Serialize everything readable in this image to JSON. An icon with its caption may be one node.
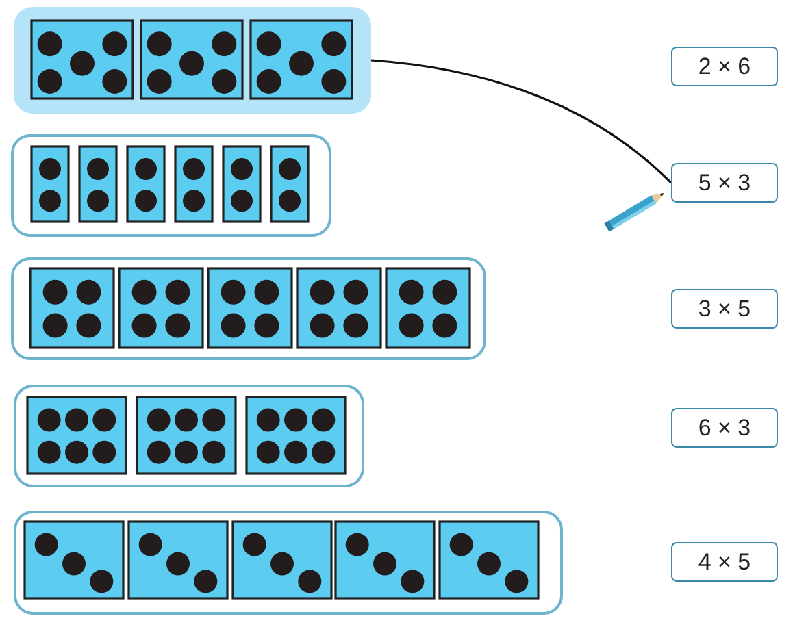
{
  "diagram": {
    "nodes": [
      {
        "text": [],
        "shape": "box"
      },
      {
        "text": [
          "2 × 6"
        ]
      },
      {
        "text": [],
        "shape": "box"
      },
      {
        "text": [
          "5 × 3"
        ]
      },
      {
        "text": [],
        "shape": "box"
      },
      {
        "text": [
          "3 × 5"
        ]
      },
      {
        "text": [],
        "shape": "box"
      },
      {
        "text": [
          "6 × 3"
        ]
      },
      {
        "text": [],
        "shape": "box"
      },
      {
        "text": [
          "4 × 5"
        ]
      }
    ],
    "edges": [
      {
        "from": 0,
        "to": 3,
        "arrow": "none"
      }
    ]
  }
}
